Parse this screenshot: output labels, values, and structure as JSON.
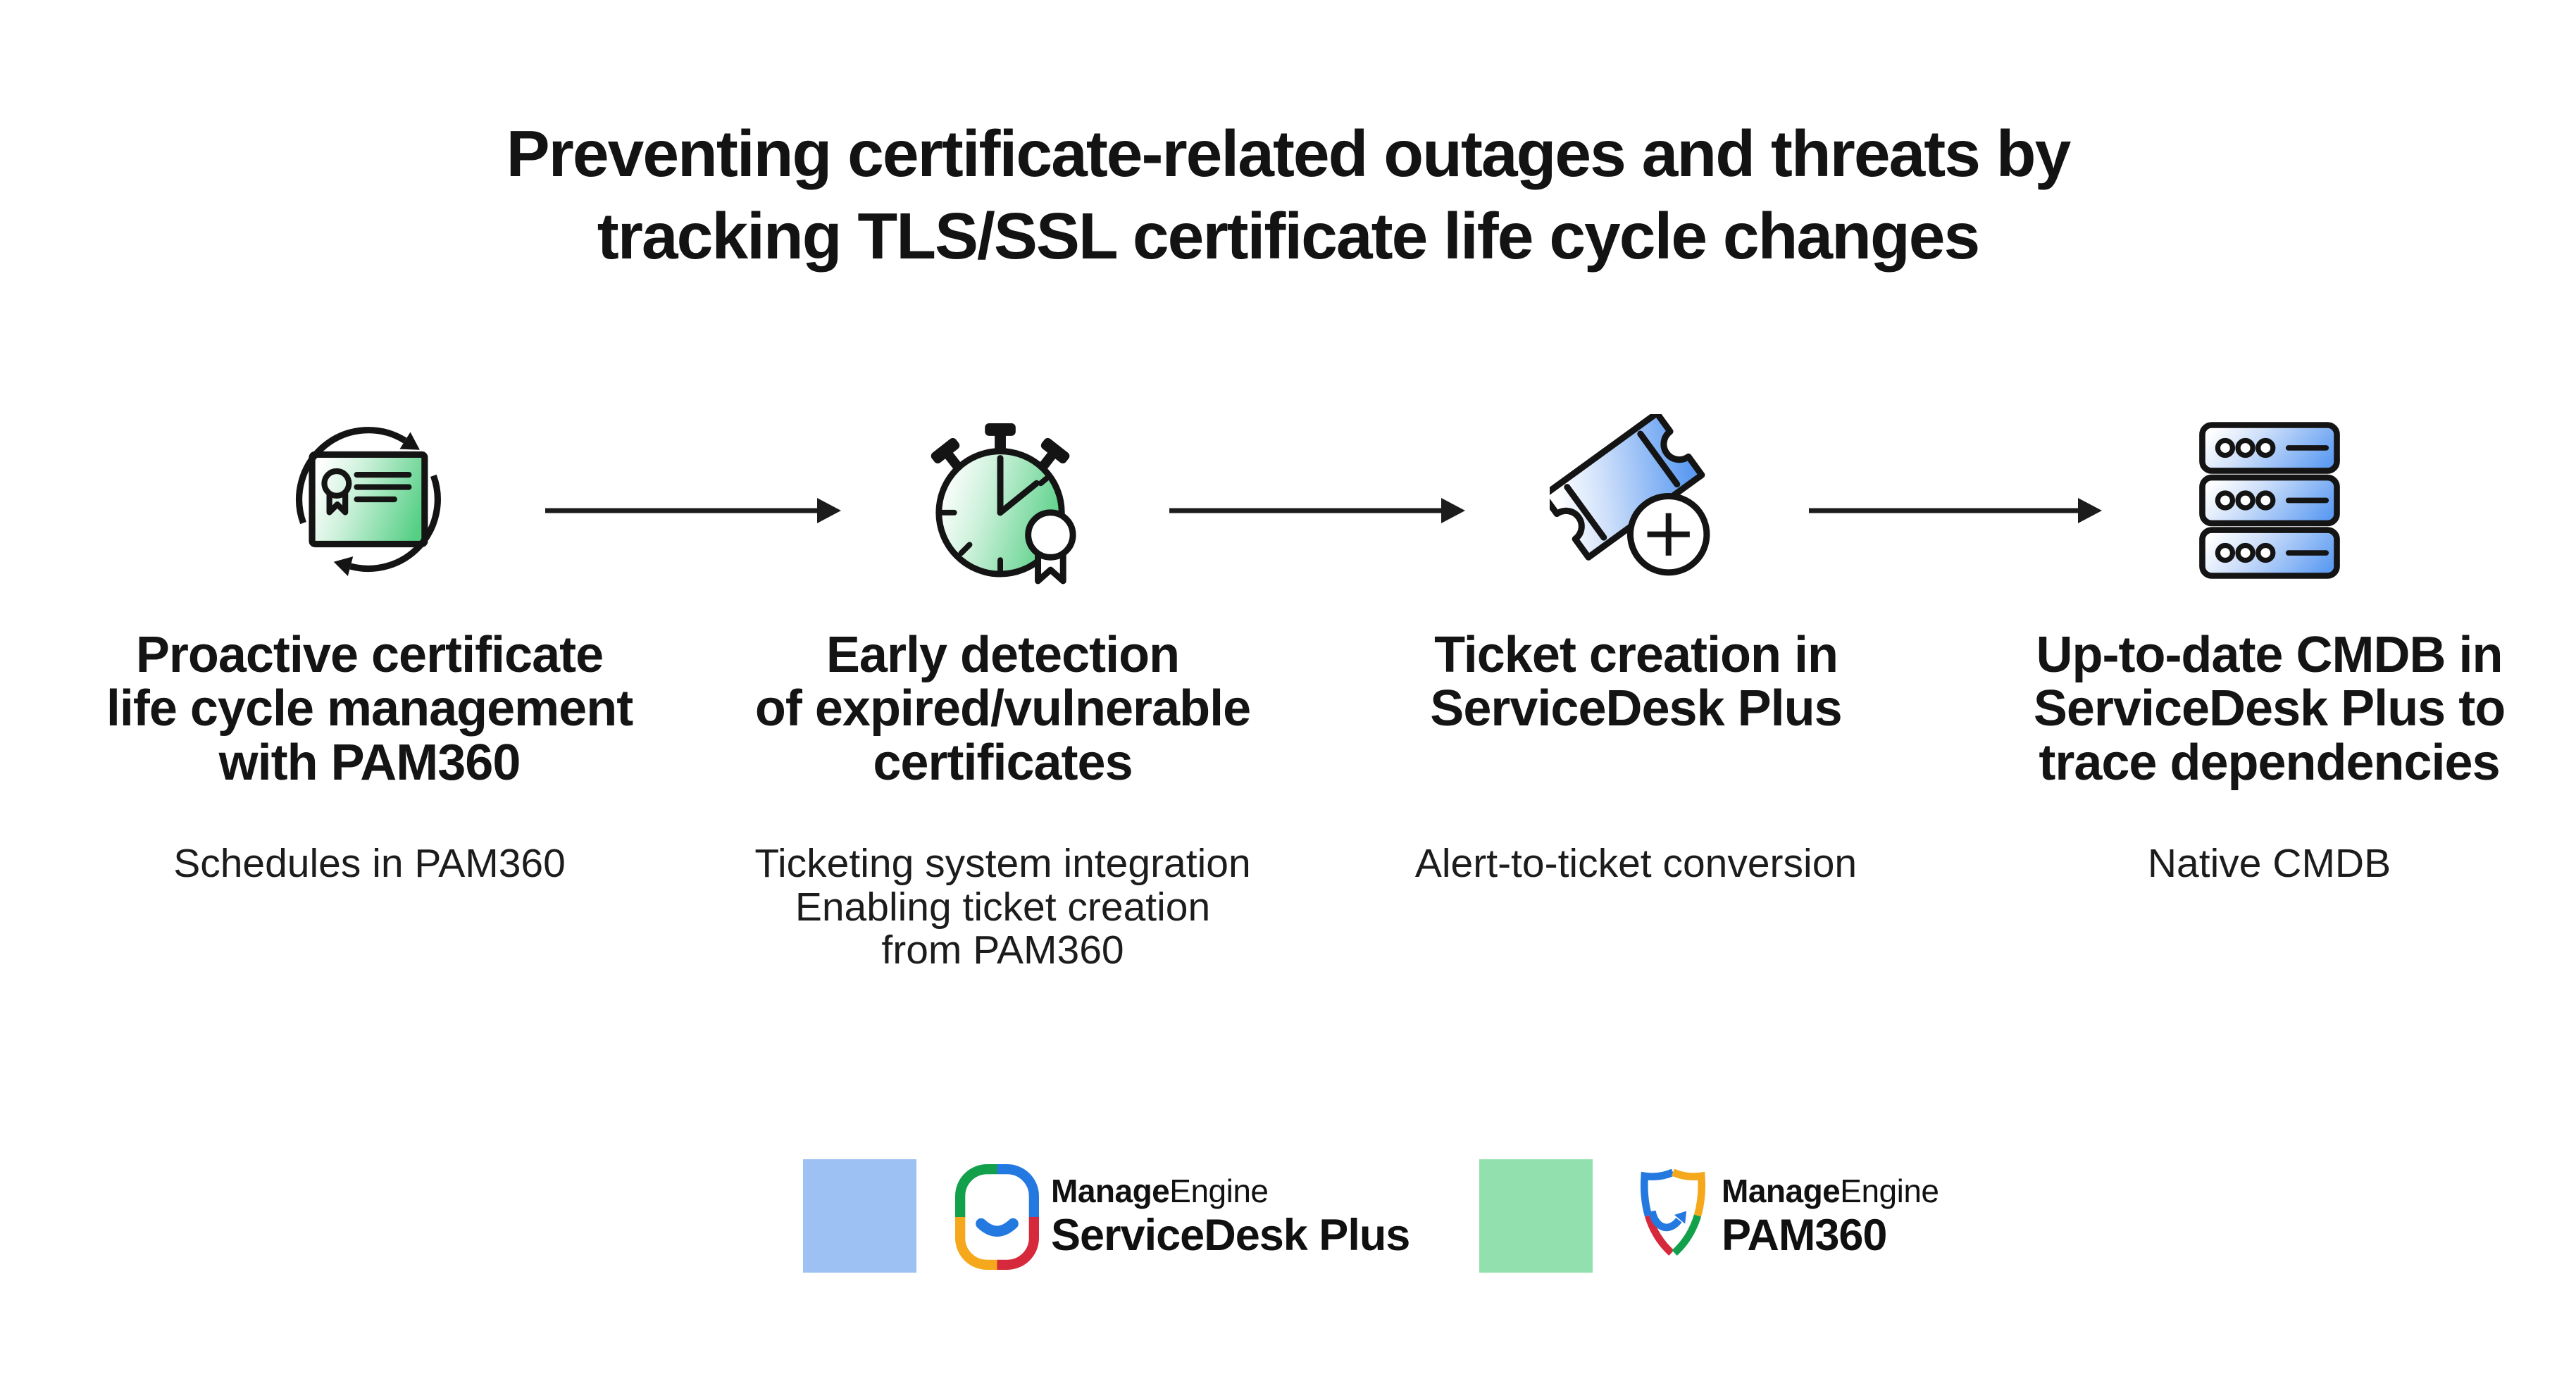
{
  "title": "Preventing certificate-related outages and threats by\ntracking TLS/SSL certificate life cycle changes",
  "steps": [
    {
      "icon": "certificate-lifecycle-icon",
      "heading": "Proactive certificate\nlife cycle management\nwith PAM360",
      "subtext": "Schedules in PAM360"
    },
    {
      "icon": "stopwatch-early-detection-icon",
      "heading": "Early detection\nof expired/vulnerable\ncertificates",
      "subtext": "Ticketing system integration\nEnabling ticket creation\nfrom PAM360"
    },
    {
      "icon": "ticket-plus-icon",
      "heading": "Ticket creation in\nServiceDesk Plus",
      "subtext": "Alert-to-ticket conversion"
    },
    {
      "icon": "server-stack-cmdb-icon",
      "heading": "Up-to-date CMDB in\nServiceDesk Plus to\ntrace dependencies",
      "subtext": "Native CMDB"
    }
  ],
  "legend": [
    {
      "swatch_color": "#9cc1f2",
      "logo": "servicedesk-plus-logo",
      "brand_bold": "Manage",
      "brand_regular": "Engine",
      "product": "ServiceDesk Plus"
    },
    {
      "swatch_color": "#93e0af",
      "logo": "pam360-logo",
      "brand_bold": "Manage",
      "brand_regular": "Engine",
      "product": "PAM360"
    }
  ],
  "colors": {
    "background": "#ffffff",
    "text": "#141414",
    "legend_blue": "#9cc1f2",
    "legend_green": "#93e0af",
    "icon_gradient_green": "#54cf84",
    "icon_gradient_blue": "#5e9cf2",
    "icon_stroke": "#141414",
    "logo_green": "#12a04b",
    "logo_blue": "#2479e0",
    "logo_orange": "#f6a81c",
    "logo_red": "#d6293c"
  }
}
